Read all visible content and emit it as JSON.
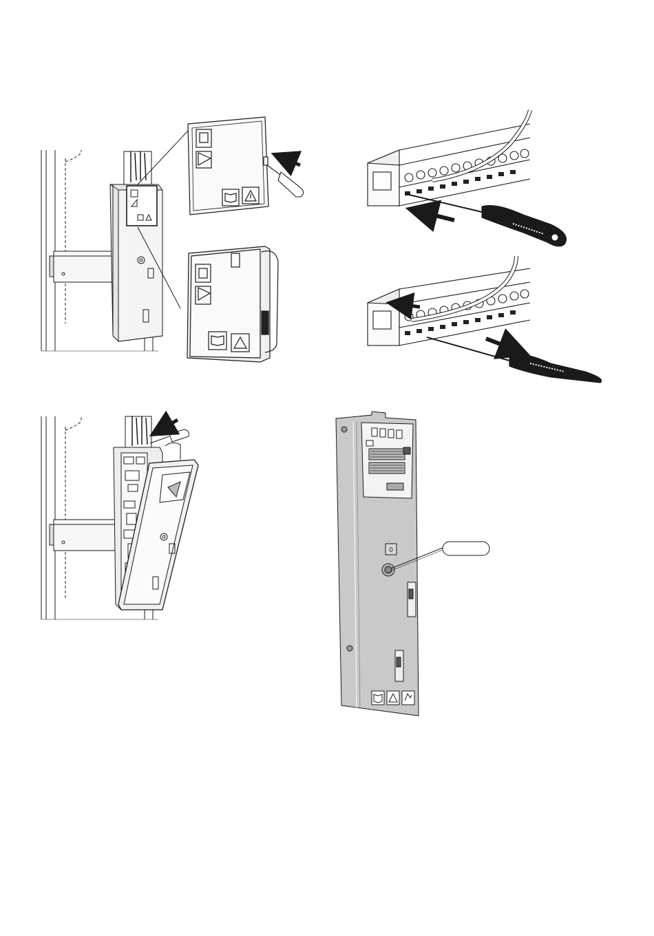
{
  "figure": {
    "colors": {
      "line": "#1a1a1a",
      "panel_fill": "#f2f2f2",
      "unit_fill": "#e6e6e6",
      "plate_fill": "#c9c9c9",
      "dark": "#111111",
      "arrow": "#1a1a1a"
    },
    "icons": [
      "book-icon",
      "warning-triangle-icon",
      "hand-touch-icon",
      "screwdriver-icon",
      "arrow-icon"
    ],
    "panels": {
      "top_left": "cover-removal",
      "top_right": "terminal-block-wiring",
      "bottom_left": "open-front-panel",
      "bottom_right": "control-board-plate"
    },
    "plate_small_label": "0",
    "callout_label": ""
  }
}
